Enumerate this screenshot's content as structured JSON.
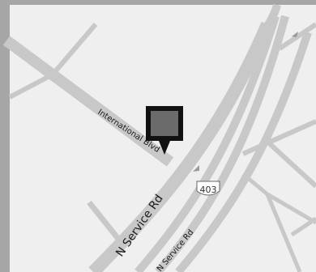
{
  "map": {
    "labels": {
      "international": "International Blvd",
      "n_service_upper": "N Service Rd",
      "n_service_lower": "N Service Rd"
    },
    "shield": {
      "route": "403"
    },
    "marker": {
      "icon": "map-pin-icon"
    },
    "colors": {
      "frame": "#a6a6a6",
      "background": "#efefef",
      "road": "#c8c8c8",
      "marker": "#111111",
      "marker_fill": "#6b6b6b"
    }
  }
}
